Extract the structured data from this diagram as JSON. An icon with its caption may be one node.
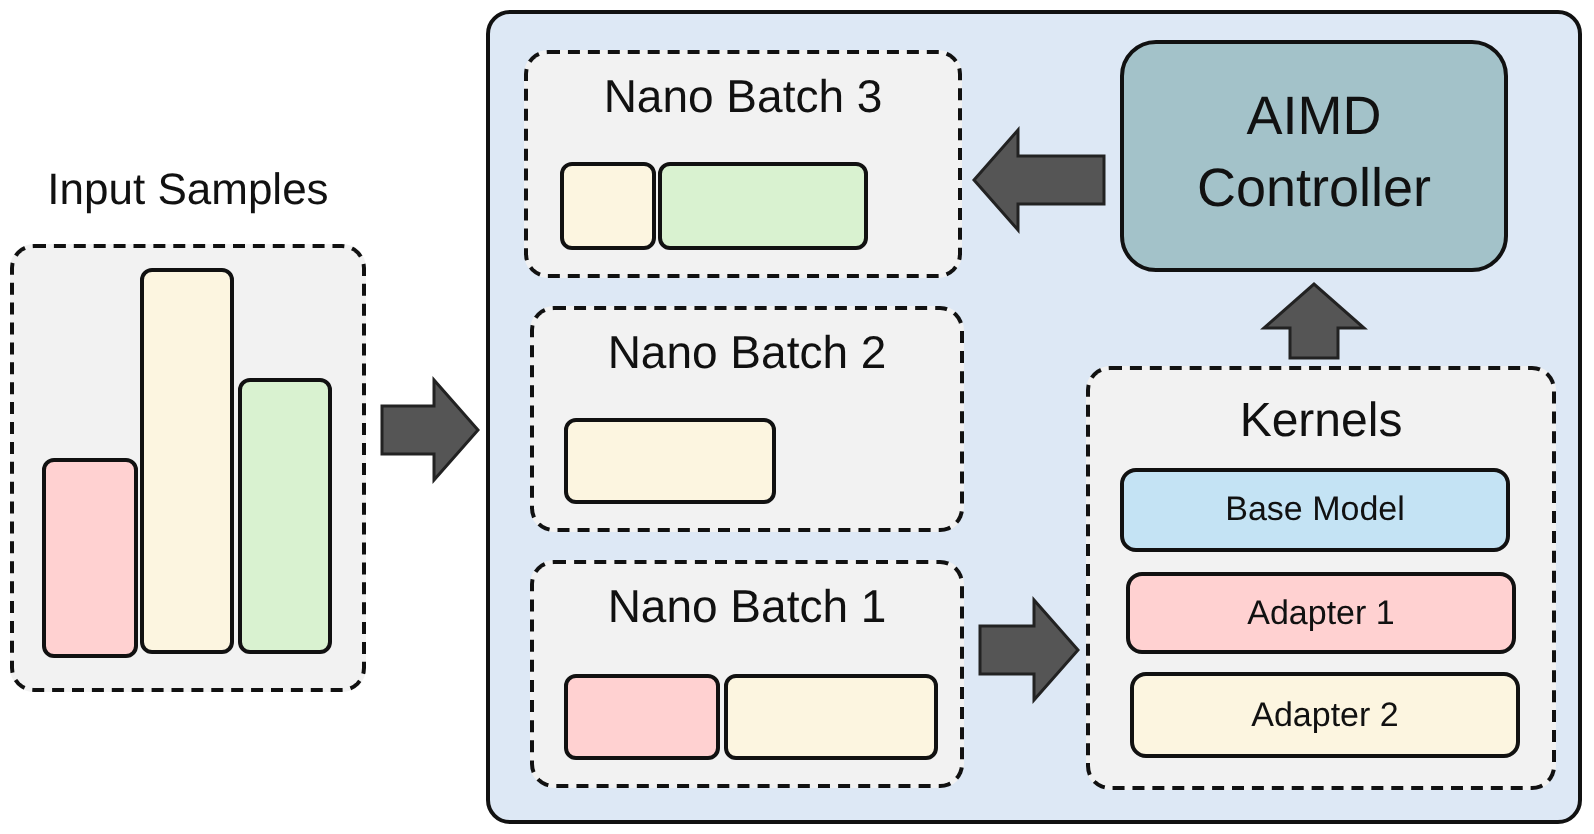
{
  "diagram": {
    "nodes": [
      {
        "text": [
          "Input Samples"
        ]
      },
      {
        "text": [],
        "shape": "bar",
        "in": 0
      },
      {
        "text": [],
        "shape": "bar",
        "in": 0
      },
      {
        "text": [],
        "shape": "bar",
        "in": 0
      },
      {
        "text": [],
        "shape": "box"
      },
      {
        "text": [
          "Nano Batch 3"
        ],
        "in": 4
      },
      {
        "text": [],
        "shape": "bar",
        "in": 5
      },
      {
        "text": [],
        "shape": "bar",
        "in": 5
      },
      {
        "text": [
          "AIMD Controller"
        ],
        "in": 4
      },
      {
        "text": [
          "Nano Batch 2"
        ],
        "in": 4
      },
      {
        "text": [],
        "shape": "bar",
        "in": 9
      },
      {
        "text": [
          "Kernels"
        ],
        "in": 4
      },
      {
        "text": [
          "Base Model"
        ],
        "in": 11
      },
      {
        "text": [
          "Adapter 1"
        ],
        "in": 11
      },
      {
        "text": [
          "Adapter 2"
        ],
        "in": 11
      },
      {
        "text": [
          "Nano Batch 1"
        ],
        "in": 4
      },
      {
        "text": [],
        "shape": "bar",
        "in": 15
      },
      {
        "text": [],
        "shape": "bar",
        "in": 15
      }
    ],
    "edges": [
      {
        "from": 0,
        "to": 4,
        "arrow": "to"
      },
      {
        "from": 15,
        "to": 11,
        "arrow": "to"
      },
      {
        "from": 11,
        "to": 8,
        "arrow": "to"
      },
      {
        "from": 8,
        "to": 5,
        "arrow": "to"
      }
    ]
  }
}
